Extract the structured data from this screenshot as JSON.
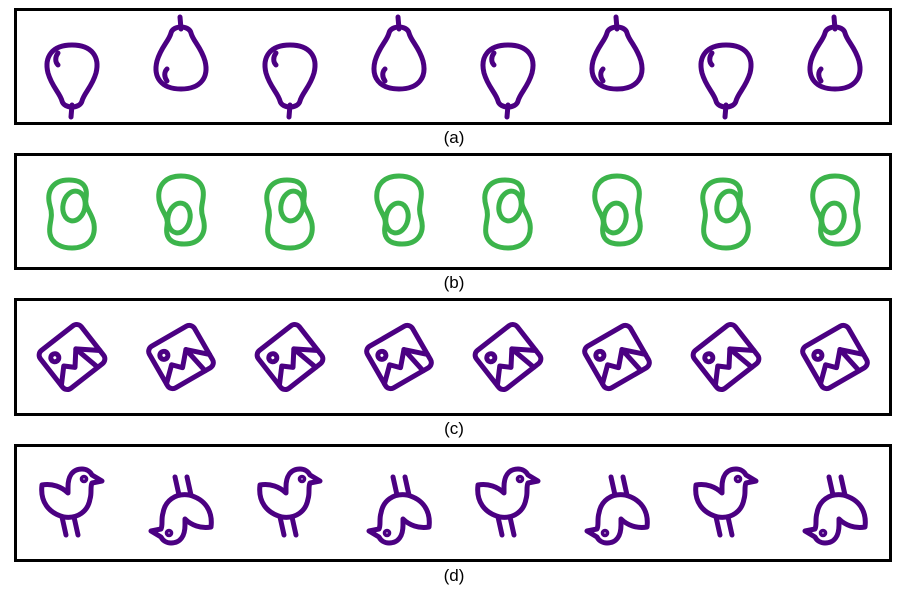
{
  "panels": [
    {
      "caption": "(a)",
      "icon": "pear-icon",
      "color": "#4b0082",
      "orientations": [
        "down",
        "up",
        "down",
        "up",
        "down",
        "up",
        "down",
        "up"
      ],
      "mirrored": [
        false,
        true,
        false,
        true,
        false,
        true,
        false,
        true
      ]
    },
    {
      "caption": "(b)",
      "icon": "avocado-icon",
      "color": "#3cb44b",
      "orientations": [
        "down",
        "up",
        "down",
        "up",
        "down",
        "up",
        "down",
        "up"
      ],
      "mirrored": [
        false,
        false,
        false,
        false,
        false,
        false,
        false,
        false
      ]
    },
    {
      "caption": "(c)",
      "icon": "image-icon",
      "color": "#4b0082",
      "orientations": [
        "tilt-left",
        "tilt-right",
        "tilt-left",
        "tilt-right",
        "tilt-left",
        "tilt-right",
        "tilt-left",
        "tilt-right"
      ],
      "mirrored": [
        false,
        false,
        false,
        false,
        false,
        false,
        false,
        false
      ]
    },
    {
      "caption": "(d)",
      "icon": "bird-icon",
      "color": "#4b0082",
      "orientations": [
        "upright",
        "upside-down",
        "upright",
        "upside-down",
        "upright",
        "upside-down",
        "upright",
        "upside-down"
      ],
      "mirrored": [
        false,
        false,
        false,
        false,
        false,
        false,
        false,
        false
      ]
    }
  ]
}
